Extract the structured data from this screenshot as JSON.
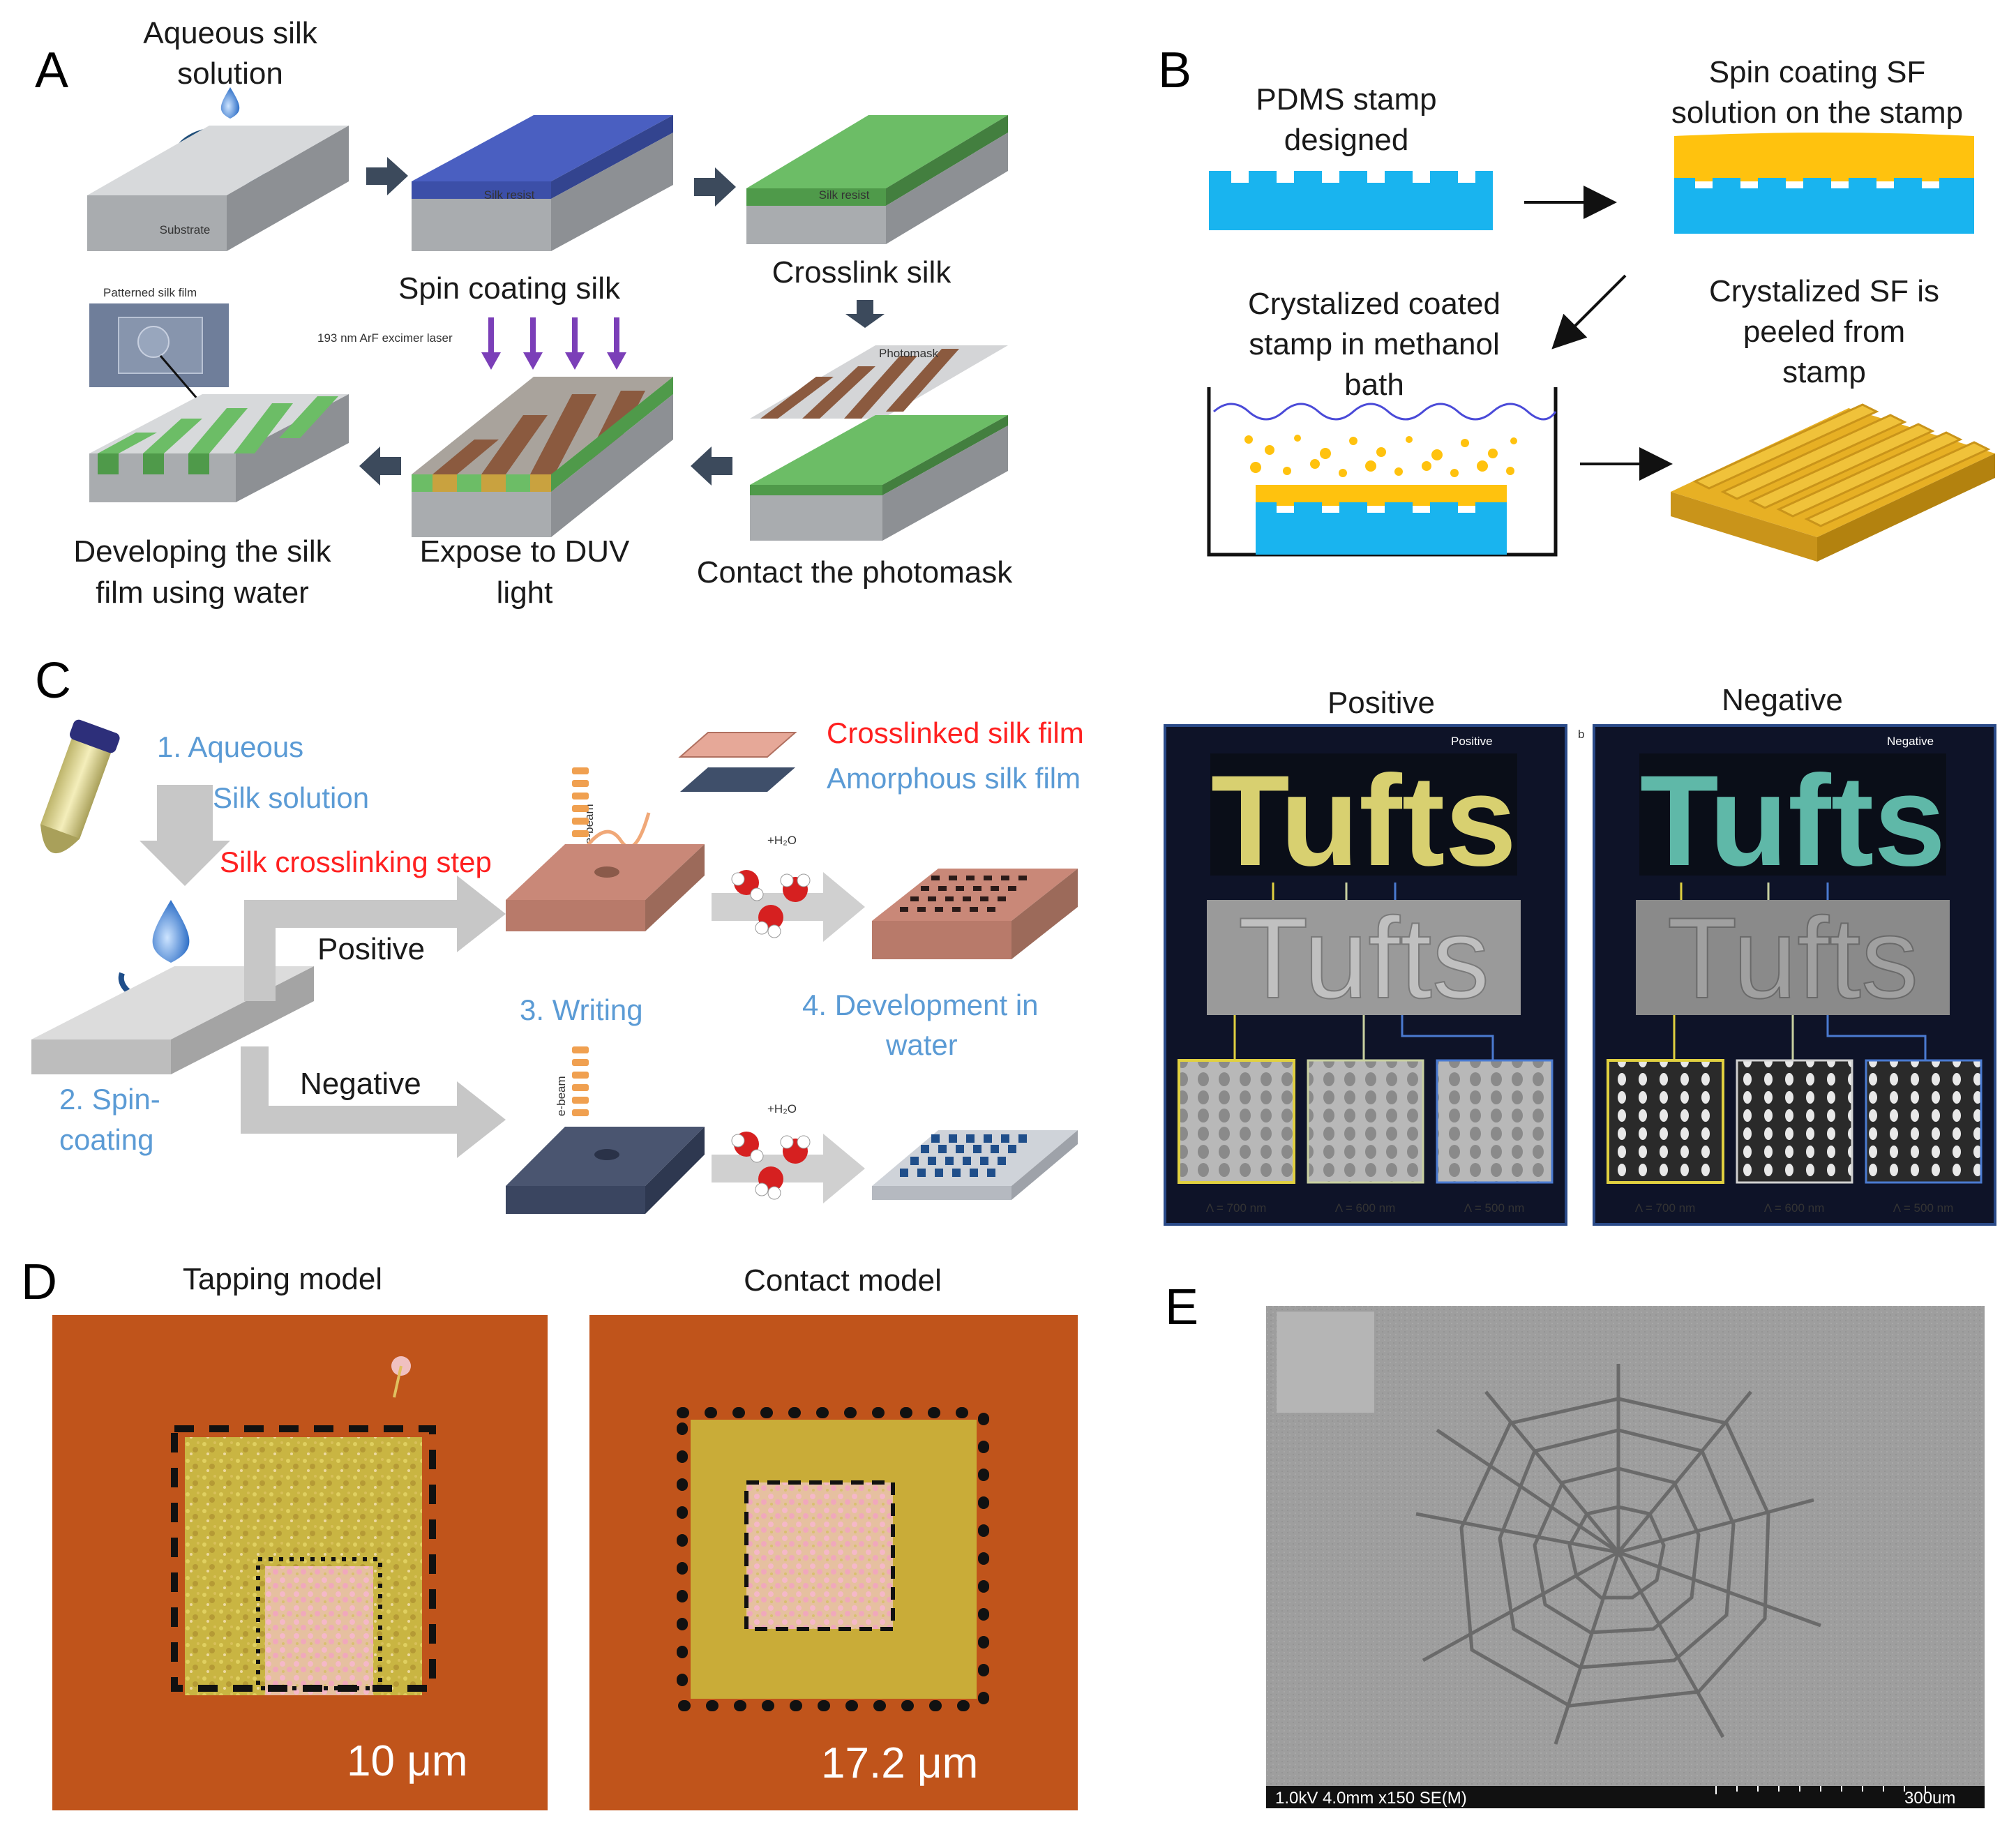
{
  "panels": {
    "A": {
      "letter": "A",
      "aqueous_1": "Aqueous silk",
      "aqueous_2": "solution",
      "substrate": "Substrate",
      "silk_resist_1": "Silk resist",
      "silk_resist_2": "Silk resist",
      "spin_coating": "Spin coating silk",
      "crosslink": "Crosslink silk",
      "patterned": "Patterned silk film",
      "laser": "193 nm ArF excimer laser",
      "photomask": "Photomask",
      "developing_1": "Developing the silk",
      "developing_2": "film using water",
      "expose_1": "Expose to DUV",
      "expose_2": "light",
      "contact": "Contact the photomask"
    },
    "B": {
      "letter": "B",
      "pdms_1": "PDMS stamp",
      "pdms_2": "designed",
      "spin_1": "Spin coating SF",
      "spin_2": "solution on the stamp",
      "cryst_1": "Crystalized coated",
      "cryst_2": "stamp in methanol",
      "cryst_3": "bath",
      "peel_1": "Crystalized SF is",
      "peel_2": "peeled from",
      "peel_3": "stamp"
    },
    "C": {
      "letter": "C",
      "step1_1": "1. Aqueous",
      "step1_2": "Silk solution",
      "crosslinking_step": "Silk crosslinking step",
      "crosslinked_film": "Crosslinked silk film",
      "amorphous_film": "Amorphous silk film",
      "ebeam": "e-beam",
      "water": "+H₂O",
      "positive": "Positive",
      "negative": "Negative",
      "step2_1": "2. Spin-",
      "step2_2": "coating",
      "step3": "3. Writing",
      "step4_1": "4. Development in",
      "step4_2": "water",
      "positive_title": "Positive",
      "negative_title": "Negative",
      "positive_tag": "Positive",
      "negative_tag": "Negative",
      "sub_b": "b",
      "tufts": "Tufts",
      "lambda_700": "Λ = 700 nm",
      "lambda_600": "Λ = 600 nm",
      "lambda_500": "Λ = 500 nm"
    },
    "D": {
      "letter": "D",
      "tapping": "Tapping model",
      "contact": "Contact model",
      "scale_1": "10 μm",
      "scale_2": "17.2 μm"
    },
    "E": {
      "letter": "E",
      "sem_info": "1.0kV 4.0mm x150 SE(M)",
      "sem_scale": "300um"
    }
  },
  "colors": {
    "silk_blue": "#4a5fc1",
    "silk_green": "#5fae5a",
    "substrate_gray": "#bfc2c5",
    "pdms_blue": "#19b4ef",
    "sf_yellow": "#ffc20e",
    "afm_background": "#c0541b",
    "afm_yellow": "#c8b040",
    "step_blue": "#5b9bd5",
    "step_red": "#ff2020"
  }
}
